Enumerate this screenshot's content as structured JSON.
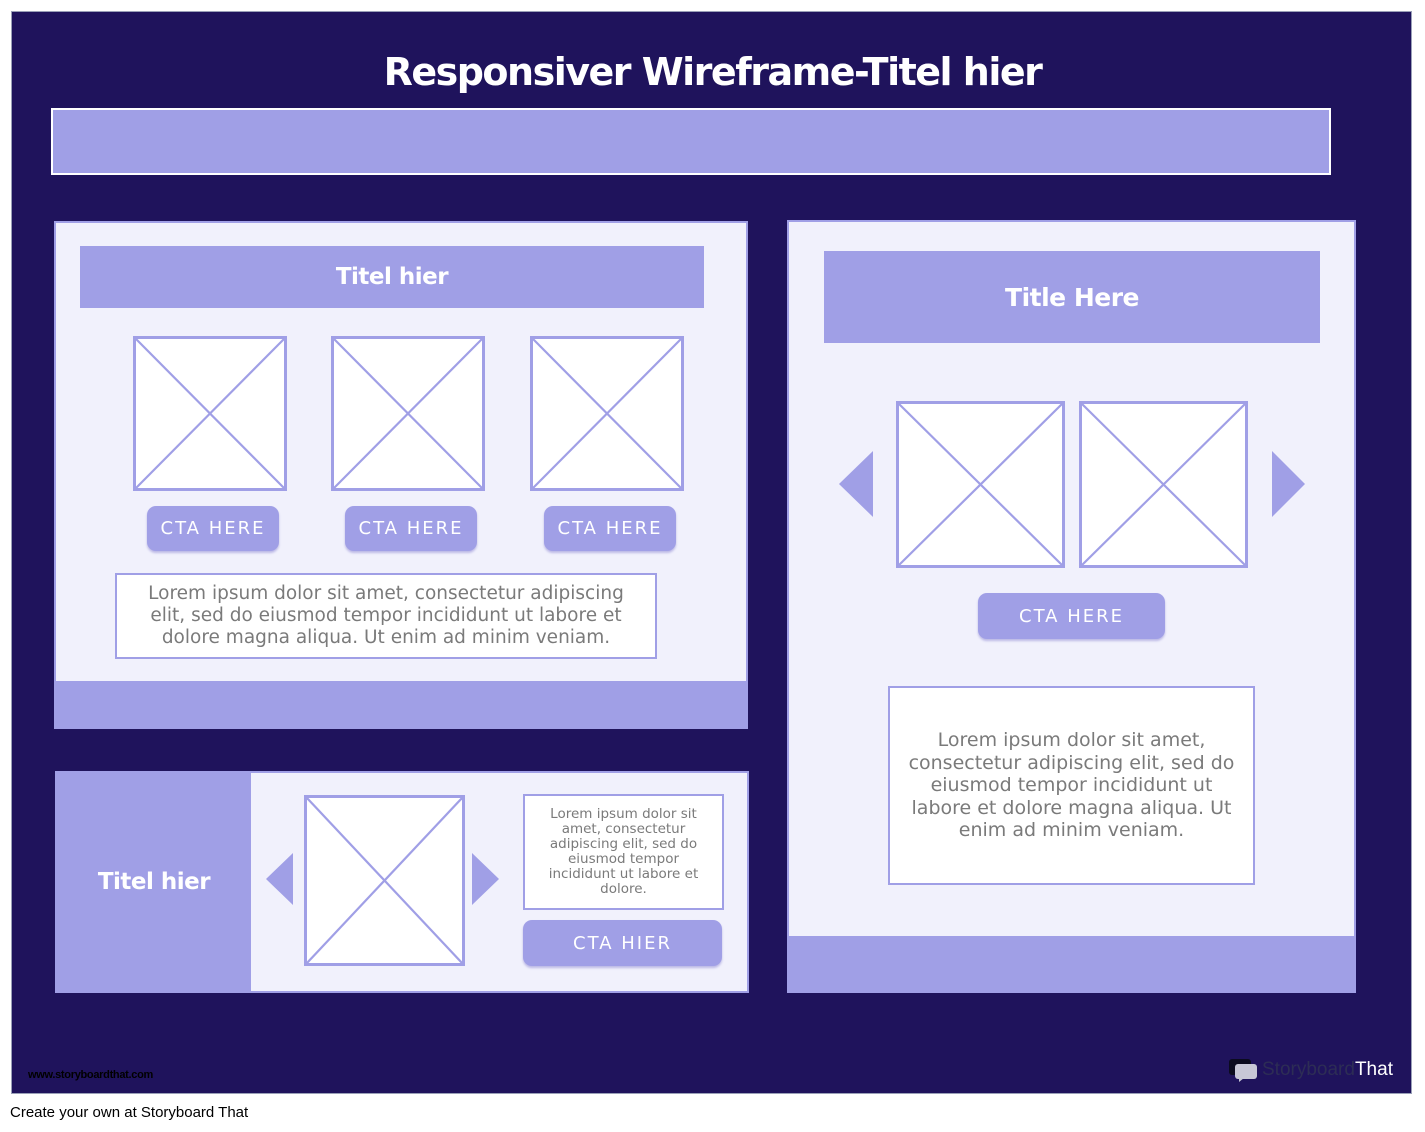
{
  "page": {
    "title": "Responsiver Wireframe-Titel hier",
    "colors": {
      "background": "#1f135c",
      "accent": "#a09fe6",
      "card": "#f1f1fc",
      "text_muted": "#7a7a7a"
    }
  },
  "card_left_top": {
    "title": "Titel hier",
    "cta_labels": [
      "CTA HERE",
      "CTA HERE",
      "CTA HERE"
    ],
    "body_text": "Lorem ipsum dolor sit amet, consectetur adipiscing elit, sed do eiusmod tempor incididunt ut labore et dolore magna aliqua. Ut enim ad minim veniam."
  },
  "card_left_bottom": {
    "title": "Titel hier",
    "body_text": "Lorem ipsum dolor sit amet, consectetur adipiscing elit, sed do eiusmod tempor incididunt ut labore et dolore.",
    "cta_label": "CTA HIER"
  },
  "card_right": {
    "title": "Title Here",
    "cta_label": "CTA HERE",
    "body_text": "Lorem ipsum dolor sit amet, consectetur adipiscing elit, sed do eiusmod tempor incididunt ut labore et dolore magna aliqua. Ut enim ad minim veniam."
  },
  "branding": {
    "url": "www.storyboardthat.com",
    "logo_word_1": "Storyboard",
    "logo_word_2": "That",
    "icon": "speech-bubble-icon"
  },
  "footer": {
    "text": "Create your own at Storyboard That"
  }
}
